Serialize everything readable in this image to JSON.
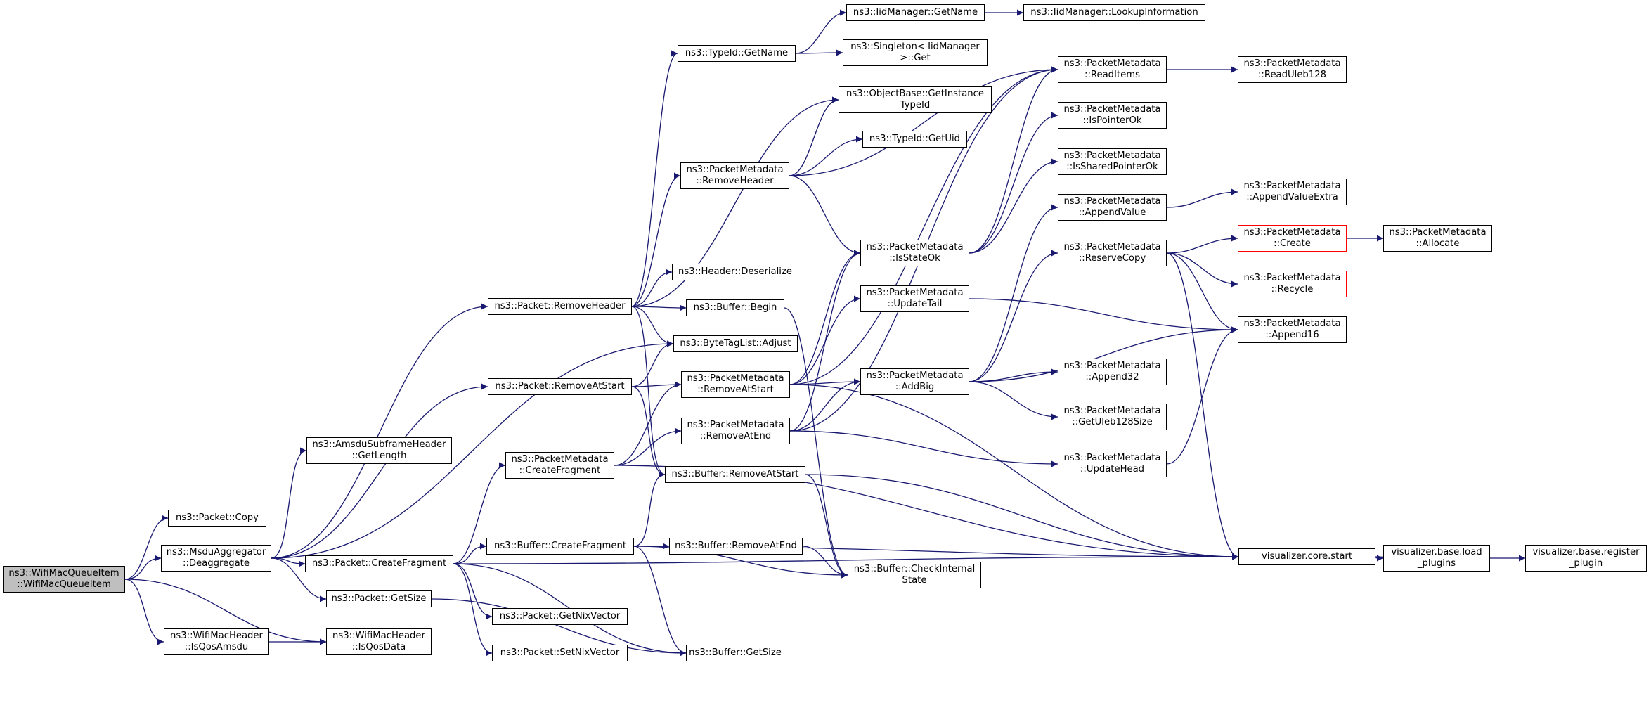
{
  "diagram": {
    "edge_color": "#191970",
    "root_fill": "#bfbfbf",
    "highlight_border": "#ff0000",
    "nodes": {
      "root": "ns3::WifiMacQueueItem\n::WifiMacQueueItem",
      "packet_copy": "ns3::Packet::Copy",
      "msdu_deaggregate": "ns3::MsduAggregator\n::Deaggregate",
      "amsdu_getlength": "ns3::AmsduSubframeHeader\n::GetLength",
      "wifimac_isqosamsdu": "ns3::WifiMacHeader\n::IsQosAmsdu",
      "wifimac_isqosdata": "ns3::WifiMacHeader\n::IsQosData",
      "packet_createfragment": "ns3::Packet::CreateFragment",
      "packet_getsize": "ns3::Packet::GetSize",
      "packet_removeheader": "ns3::Packet::RemoveHeader",
      "packet_removeatstart": "ns3::Packet::RemoveAtStart",
      "pm_createfragment": "ns3::PacketMetadata\n::CreateFragment",
      "buffer_createfragment": "ns3::Buffer::CreateFragment",
      "packet_getnixvector": "ns3::Packet::GetNixVector",
      "packet_setnixvector": "ns3::Packet::SetNixVector",
      "typeid_getname": "ns3::TypeId::GetName",
      "pm_removeheader": "ns3::PacketMetadata\n::RemoveHeader",
      "header_deserialize": "ns3::Header::Deserialize",
      "buffer_begin": "ns3::Buffer::Begin",
      "bytetaglist_adjust": "ns3::ByteTagList::Adjust",
      "pm_removeatstart": "ns3::PacketMetadata\n::RemoveAtStart",
      "pm_removeatend": "ns3::PacketMetadata\n::RemoveAtEnd",
      "buffer_removeatstart": "ns3::Buffer::RemoveAtStart",
      "buffer_removeatend": "ns3::Buffer::RemoveAtEnd",
      "buffer_getsize": "ns3::Buffer::GetSize",
      "iidmanager_getname": "ns3::IidManager::GetName",
      "singleton_get": "ns3::Singleton< IidManager\n>::Get",
      "objectbase_getinstancetypeid": "ns3::ObjectBase::GetInstance\nTypeId",
      "typeid_getuid": "ns3::TypeId::GetUid",
      "pm_isstateok": "ns3::PacketMetadata\n::IsStateOk",
      "pm_updatetail": "ns3::PacketMetadata\n::UpdateTail",
      "pm_addbig": "ns3::PacketMetadata\n::AddBig",
      "buffer_checkinternalstate": "ns3::Buffer::CheckInternal\nState",
      "iidmanager_lookupinformation": "ns3::IidManager::LookupInformation",
      "pm_readitems": "ns3::PacketMetadata\n::ReadItems",
      "pm_ispointerok": "ns3::PacketMetadata\n::IsPointerOk",
      "pm_issharedpointerok": "ns3::PacketMetadata\n::IsSharedPointerOk",
      "pm_appendvalue": "ns3::PacketMetadata\n::AppendValue",
      "pm_reservecopy": "ns3::PacketMetadata\n::ReserveCopy",
      "pm_append32": "ns3::PacketMetadata\n::Append32",
      "pm_getuleb128size": "ns3::PacketMetadata\n::GetUleb128Size",
      "pm_updatehead": "ns3::PacketMetadata\n::UpdateHead",
      "visualizer_core_start": "visualizer.core.start",
      "pm_readuleb128": "ns3::PacketMetadata\n::ReadUleb128",
      "pm_appendvalueextra": "ns3::PacketMetadata\n::AppendValueExtra",
      "pm_create": "ns3::PacketMetadata\n::Create",
      "pm_recycle": "ns3::PacketMetadata\n::Recycle",
      "pm_append16": "ns3::PacketMetadata\n::Append16",
      "pm_allocate": "ns3::PacketMetadata\n::Allocate",
      "visualizer_base_load_plugins": "visualizer.base.load\n_plugins",
      "visualizer_base_register_plugin": "visualizer.base.register\n_plugin"
    },
    "edges": [
      [
        "root",
        "packet_copy"
      ],
      [
        "root",
        "msdu_deaggregate"
      ],
      [
        "root",
        "wifimac_isqosamsdu"
      ],
      [
        "root",
        "wifimac_isqosdata"
      ],
      [
        "msdu_deaggregate",
        "amsdu_getlength"
      ],
      [
        "msdu_deaggregate",
        "packet_createfragment"
      ],
      [
        "msdu_deaggregate",
        "packet_getsize"
      ],
      [
        "msdu_deaggregate",
        "packet_removeheader"
      ],
      [
        "msdu_deaggregate",
        "packet_removeatstart"
      ],
      [
        "msdu_deaggregate",
        "bytetaglist_adjust"
      ],
      [
        "wifimac_isqosamsdu",
        "wifimac_isqosdata"
      ],
      [
        "packet_createfragment",
        "pm_createfragment"
      ],
      [
        "packet_createfragment",
        "buffer_createfragment"
      ],
      [
        "packet_createfragment",
        "packet_getnixvector"
      ],
      [
        "packet_createfragment",
        "packet_setnixvector"
      ],
      [
        "packet_createfragment",
        "buffer_getsize"
      ],
      [
        "packet_createfragment",
        "visualizer_core_start"
      ],
      [
        "packet_getsize",
        "buffer_getsize"
      ],
      [
        "packet_removeheader",
        "typeid_getname"
      ],
      [
        "packet_removeheader",
        "objectbase_getinstancetypeid"
      ],
      [
        "packet_removeheader",
        "pm_removeheader"
      ],
      [
        "packet_removeheader",
        "header_deserialize"
      ],
      [
        "packet_removeheader",
        "buffer_begin"
      ],
      [
        "packet_removeheader",
        "bytetaglist_adjust"
      ],
      [
        "packet_removeheader",
        "buffer_removeatstart"
      ],
      [
        "packet_removeatstart",
        "bytetaglist_adjust"
      ],
      [
        "packet_removeatstart",
        "pm_removeatstart"
      ],
      [
        "packet_removeatstart",
        "buffer_removeatstart"
      ],
      [
        "pm_createfragment",
        "pm_removeatstart"
      ],
      [
        "pm_createfragment",
        "pm_removeatend"
      ],
      [
        "pm_createfragment",
        "visualizer_core_start"
      ],
      [
        "buffer_createfragment",
        "buffer_removeatstart"
      ],
      [
        "buffer_createfragment",
        "buffer_removeatend"
      ],
      [
        "buffer_createfragment",
        "buffer_checkinternalstate"
      ],
      [
        "buffer_createfragment",
        "buffer_getsize"
      ],
      [
        "buffer_createfragment",
        "visualizer_core_start"
      ],
      [
        "typeid_getname",
        "iidmanager_getname"
      ],
      [
        "typeid_getname",
        "singleton_get"
      ],
      [
        "iidmanager_getname",
        "iidmanager_lookupinformation"
      ],
      [
        "pm_removeheader",
        "objectbase_getinstancetypeid"
      ],
      [
        "pm_removeheader",
        "typeid_getuid"
      ],
      [
        "pm_removeheader",
        "pm_readitems"
      ],
      [
        "pm_removeheader",
        "pm_isstateok"
      ],
      [
        "buffer_begin",
        "buffer_checkinternalstate"
      ],
      [
        "pm_removeatstart",
        "pm_isstateok"
      ],
      [
        "pm_removeatstart",
        "pm_readitems"
      ],
      [
        "pm_removeatstart",
        "pm_updatetail"
      ],
      [
        "pm_removeatstart",
        "pm_addbig"
      ],
      [
        "pm_removeatstart",
        "visualizer_core_start"
      ],
      [
        "pm_removeatend",
        "pm_isstateok"
      ],
      [
        "pm_removeatend",
        "pm_readitems"
      ],
      [
        "pm_removeatend",
        "pm_addbig"
      ],
      [
        "pm_removeatend",
        "pm_updatehead"
      ],
      [
        "buffer_removeatstart",
        "buffer_checkinternalstate"
      ],
      [
        "buffer_removeatstart",
        "visualizer_core_start"
      ],
      [
        "buffer_removeatend",
        "buffer_checkinternalstate"
      ],
      [
        "pm_isstateok",
        "pm_readitems"
      ],
      [
        "pm_isstateok",
        "pm_ispointerok"
      ],
      [
        "pm_isstateok",
        "pm_issharedpointerok"
      ],
      [
        "pm_updatetail",
        "pm_append16"
      ],
      [
        "pm_addbig",
        "pm_appendvalue"
      ],
      [
        "pm_addbig",
        "pm_reservecopy"
      ],
      [
        "pm_addbig",
        "pm_append16"
      ],
      [
        "pm_addbig",
        "pm_append32"
      ],
      [
        "pm_addbig",
        "pm_getuleb128size"
      ],
      [
        "pm_readitems",
        "pm_readuleb128"
      ],
      [
        "pm_appendvalue",
        "pm_appendvalueextra"
      ],
      [
        "pm_reservecopy",
        "pm_create"
      ],
      [
        "pm_reservecopy",
        "pm_recycle"
      ],
      [
        "pm_reservecopy",
        "pm_append16"
      ],
      [
        "pm_reservecopy",
        "visualizer_core_start"
      ],
      [
        "pm_updatehead",
        "pm_append16"
      ],
      [
        "pm_create",
        "pm_allocate"
      ],
      [
        "visualizer_core_start",
        "visualizer_base_load_plugins"
      ],
      [
        "visualizer_base_load_plugins",
        "visualizer_base_register_plugin"
      ]
    ]
  }
}
